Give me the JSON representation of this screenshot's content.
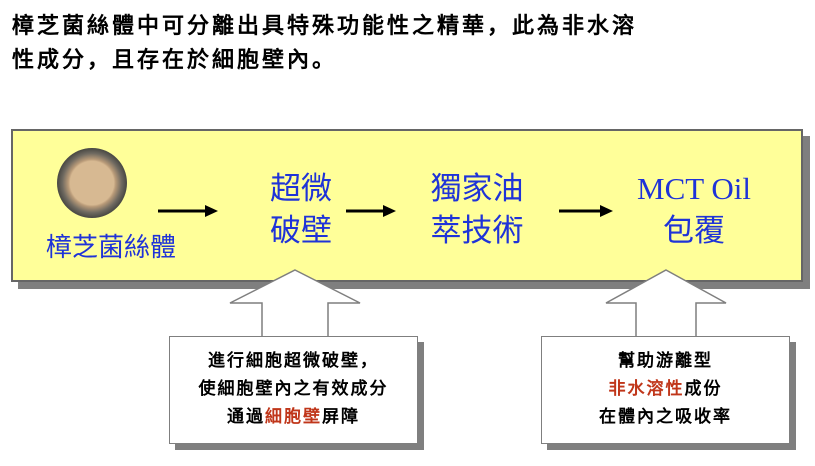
{
  "heading": {
    "line1": "樟芝菌絲體中可分離出具特殊功能性之精華，此為非水溶",
    "line2": "性成分，且存在於細胞壁內。"
  },
  "process": {
    "mycelium_label": "樟芝菌絲體",
    "step1": {
      "line1": "超微",
      "line2": "破壁"
    },
    "step2": {
      "line1": "獨家油",
      "line2": "萃技術"
    },
    "step3": {
      "line1": "MCT Oil",
      "line2": "包覆"
    }
  },
  "callout_left": {
    "line1": "進行細胞超微破壁，",
    "line2": "使細胞壁內之有效成分",
    "line3_prefix": "通過",
    "line3_highlight": "細胞壁",
    "line3_suffix": "屏障"
  },
  "callout_right": {
    "line1": "幫助游離型",
    "line2_highlight": "非水溶性",
    "line2_suffix": "成份",
    "line3": "在體內之吸收率"
  },
  "colors": {
    "band": "#ffff99",
    "stage_text": "#1f33d8",
    "highlight": "#c0361a"
  }
}
